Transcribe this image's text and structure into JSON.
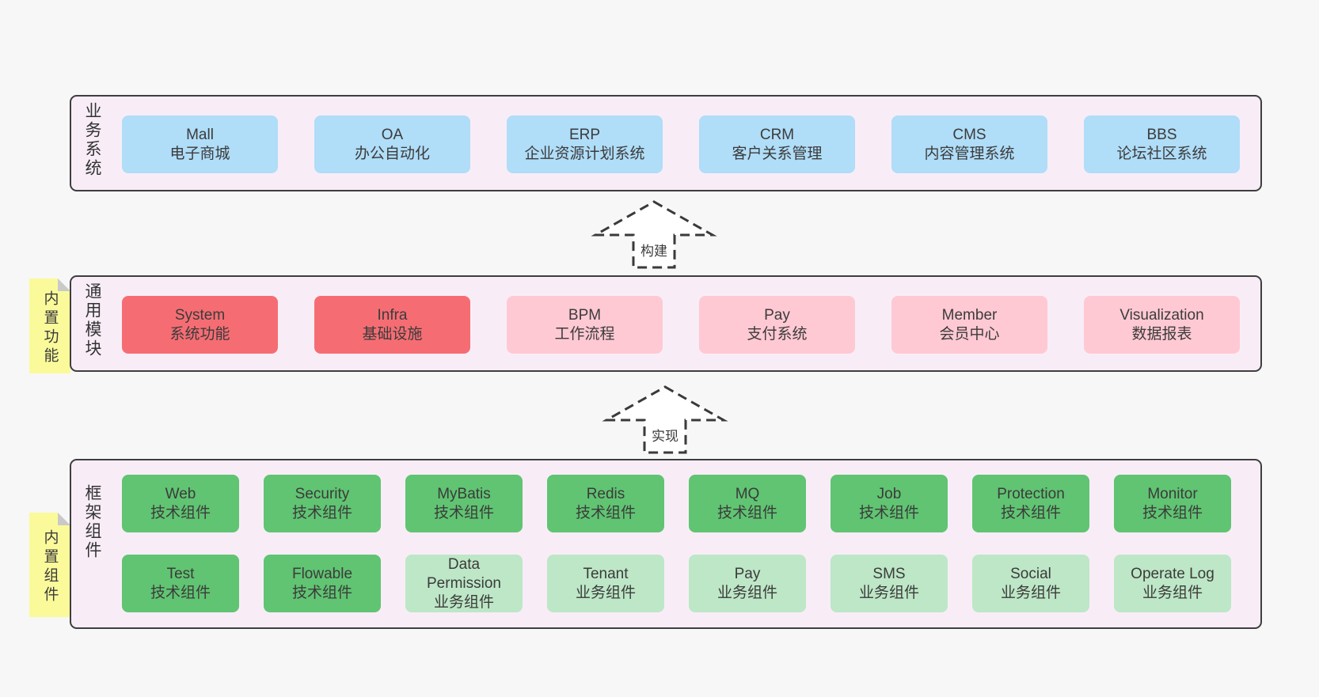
{
  "palette": {
    "page_bg": "#f7f7f7",
    "panel_bg": "#f8edf7",
    "panel_border": "#3e3e3e",
    "blue": "#b0ddf8",
    "red": "#f56d73",
    "pink": "#ffc9d3",
    "green": "#60c472",
    "light_green": "#bde7c6",
    "sticky_yellow": "#fbfa9b",
    "sticky_fold": "#c9c9c9",
    "text": "#3b3b3b"
  },
  "sections": {
    "business": {
      "label": "业务系统",
      "boxes": [
        {
          "title": "Mall",
          "subtitle": "电子商城"
        },
        {
          "title": "OA",
          "subtitle": "办公自动化"
        },
        {
          "title": "ERP",
          "subtitle": "企业资源计划系统"
        },
        {
          "title": "CRM",
          "subtitle": "客户关系管理"
        },
        {
          "title": "CMS",
          "subtitle": "内容管理系统"
        },
        {
          "title": "BBS",
          "subtitle": "论坛社区系统"
        }
      ]
    },
    "modules": {
      "label": "通用模块",
      "sticky": "内置功能",
      "boxes": [
        {
          "title": "System",
          "subtitle": "系统功能"
        },
        {
          "title": "Infra",
          "subtitle": "基础设施"
        },
        {
          "title": "BPM",
          "subtitle": "工作流程"
        },
        {
          "title": "Pay",
          "subtitle": "支付系统"
        },
        {
          "title": "Member",
          "subtitle": "会员中心"
        },
        {
          "title": "Visualization",
          "subtitle": "数据报表"
        }
      ]
    },
    "framework": {
      "label": "框架组件",
      "sticky": "内置组件",
      "row1": [
        {
          "title": "Web",
          "subtitle": "技术组件"
        },
        {
          "title": "Security",
          "subtitle": "技术组件"
        },
        {
          "title": "MyBatis",
          "subtitle": "技术组件"
        },
        {
          "title": "Redis",
          "subtitle": "技术组件"
        },
        {
          "title": "MQ",
          "subtitle": "技术组件"
        },
        {
          "title": "Job",
          "subtitle": "技术组件"
        },
        {
          "title": "Protection",
          "subtitle": "技术组件"
        },
        {
          "title": "Monitor",
          "subtitle": "技术组件"
        }
      ],
      "row2": [
        {
          "title": "Test",
          "subtitle": "技术组件"
        },
        {
          "title": "Flowable",
          "subtitle": "技术组件"
        },
        {
          "title": "Data Permission",
          "subtitle": "业务组件"
        },
        {
          "title": "Tenant",
          "subtitle": "业务组件"
        },
        {
          "title": "Pay",
          "subtitle": "业务组件"
        },
        {
          "title": "SMS",
          "subtitle": "业务组件"
        },
        {
          "title": "Social",
          "subtitle": "业务组件"
        },
        {
          "title": "Operate Log",
          "subtitle": "业务组件"
        }
      ]
    }
  },
  "arrows": {
    "build": "构建",
    "implement": "实现"
  }
}
